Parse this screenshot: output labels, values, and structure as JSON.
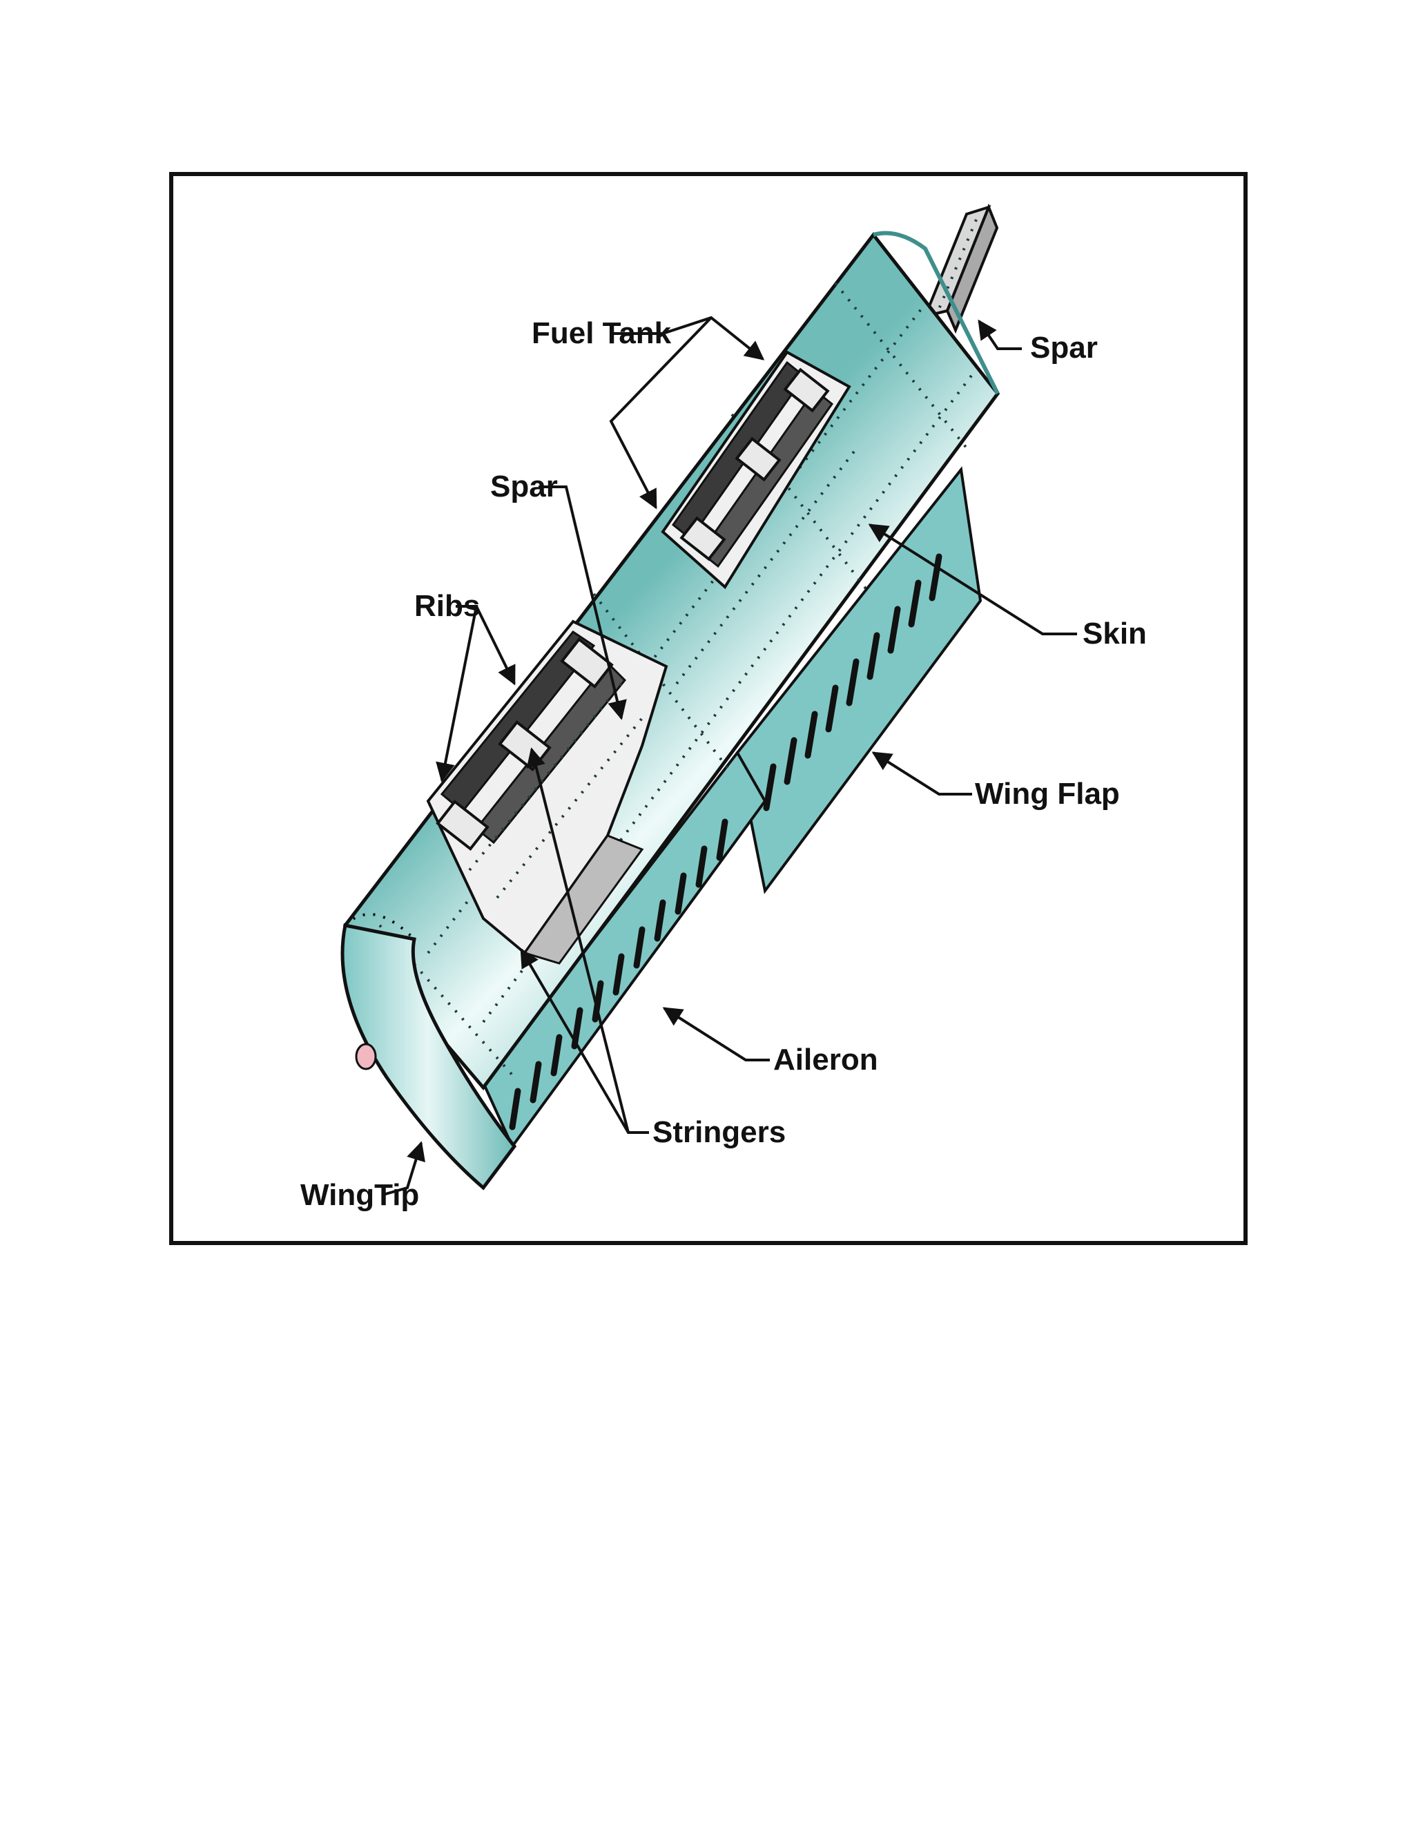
{
  "diagram": {
    "labels": {
      "fuel_tank": "Fuel Tank",
      "spar_top": "Spar",
      "spar_mid": "Spar",
      "ribs": "Ribs",
      "skin": "Skin",
      "wing_flap": "Wing Flap",
      "aileron": "Aileron",
      "stringers": "Stringers",
      "wingtip": "WingTip"
    },
    "colors": {
      "skin": "#7fc7c4",
      "skin_highlight": "#e6f6f5",
      "skin_dark": "#3f8f8c",
      "structure_dark": "#3a3a3a",
      "structure_light": "#e9e9e9",
      "frame": "#111111",
      "wingtip_light": "#f2b8c2"
    }
  }
}
